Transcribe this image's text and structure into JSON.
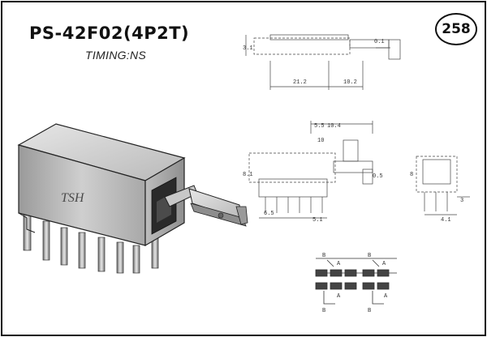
{
  "header": {
    "part_number": "PS-42F02(4P2T)",
    "timing": "TIMING:NS",
    "page_number": "258"
  },
  "product": {
    "brand_marking": "TSH"
  }
}
